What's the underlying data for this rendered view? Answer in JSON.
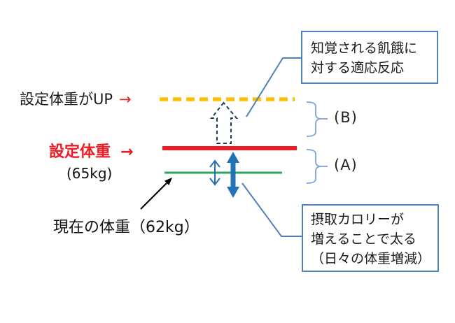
{
  "figure": {
    "set_weight_up_label": "設定体重がUP",
    "set_weight_up_arrow": "→",
    "set_weight_label": "設定体重",
    "set_weight_arrow": "→",
    "set_weight_value": "(65kg)",
    "current_weight_label": "現在の体重（62kg）",
    "region_b_label": "(B)",
    "region_a_label": "(A)",
    "top_box_line1": "知覚される飢餓に",
    "top_box_line2": "対する適応反応",
    "bottom_box_line1": "摂取カロリーが",
    "bottom_box_line2": "増えることで太る",
    "bottom_box_line3": "（日々の体重増減）",
    "colors": {
      "set_point_line": "#ed1c24",
      "raised_set_point_line": "#ffc000",
      "current_weight_line": "#2ea45b",
      "fluctuation_arrows": "#2272b8",
      "adaptive_arrow_outline": "#1f3864",
      "callout_border": "#4f81bd",
      "brace": "#7ea4d8",
      "annotation_arrow": "#000000"
    }
  }
}
